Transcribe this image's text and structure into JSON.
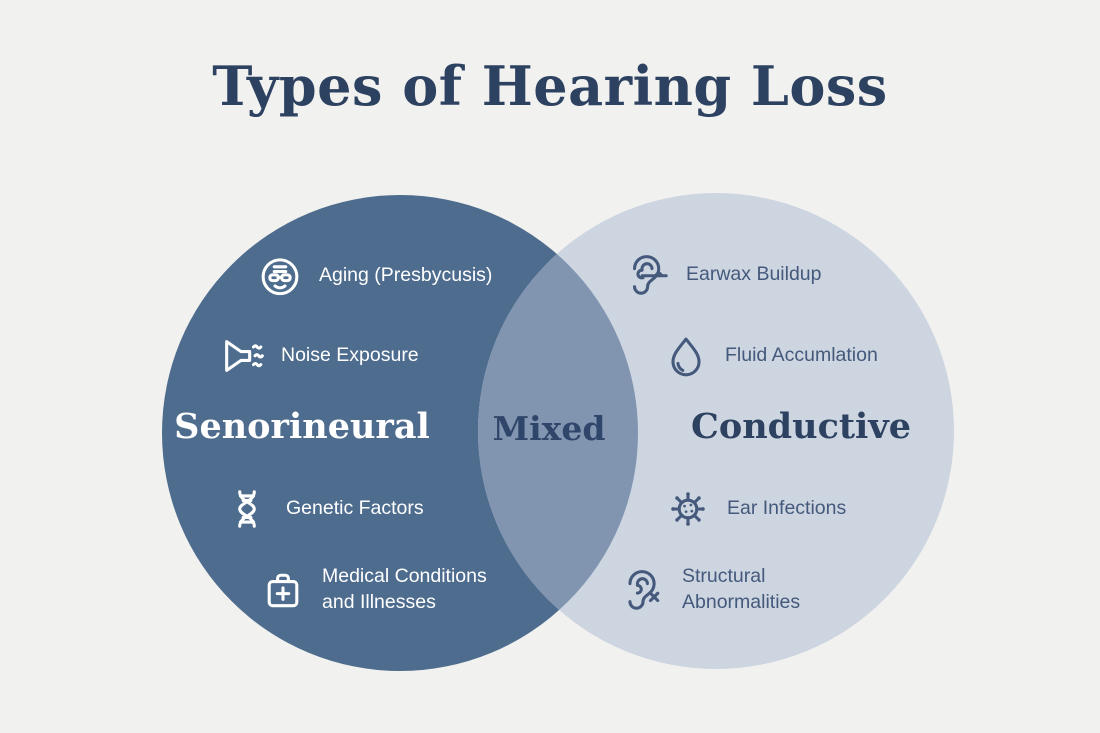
{
  "title": "Types of Hearing Loss",
  "colors": {
    "background": "#f1f1ef",
    "left_circle": "#4e6c8e",
    "right_circle": "#cdd5e1",
    "overlap": "#8195b1",
    "title_text": "#2d4160",
    "left_text": "#ffffff",
    "right_text": "#44597b",
    "mixed_text": "#2f466a"
  },
  "venn": {
    "left": {
      "label": "Senorineural",
      "items": [
        {
          "icon": "old-man-icon",
          "label": "Aging (Presbycusis)"
        },
        {
          "icon": "speaker-noise-icon",
          "label": "Noise Exposure"
        },
        {
          "icon": "dna-icon",
          "label": "Genetic Factors"
        },
        {
          "icon": "medical-bag-icon",
          "label": "Medical Conditions and Illnesses"
        }
      ]
    },
    "center": {
      "label": "Mixed"
    },
    "right": {
      "label": "Conductive",
      "items": [
        {
          "icon": "ear-wax-icon",
          "label": "Earwax Buildup"
        },
        {
          "icon": "droplet-icon",
          "label": "Fluid Accumlation"
        },
        {
          "icon": "virus-icon",
          "label": "Ear Infections"
        },
        {
          "icon": "ear-x-icon",
          "label": "Structural Abnormalities"
        }
      ]
    }
  }
}
